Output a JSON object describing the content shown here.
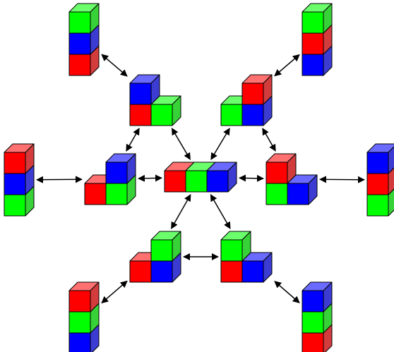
{
  "colors": {
    "red": {
      "front": "#ff0000",
      "top": "#ff7070",
      "side": "#d23c3c"
    },
    "green": {
      "front": "#00ff00",
      "top": "#6cff6c",
      "side": "#37d237"
    },
    "blue": {
      "front": "#0000ff",
      "top": "#6a6aff",
      "side": "#3c3cd2"
    },
    "edge": "#000000",
    "arrow": "#000000"
  },
  "stacks": [
    {
      "name": "stack-top-left",
      "cells": [
        [
          "green",
          0,
          0
        ],
        [
          "blue",
          0,
          1
        ],
        [
          "red",
          0,
          2
        ]
      ]
    },
    {
      "name": "stack-top-right",
      "cells": [
        [
          "green",
          0,
          0
        ],
        [
          "red",
          0,
          1
        ],
        [
          "blue",
          0,
          2
        ]
      ]
    },
    {
      "name": "stack-left",
      "cells": [
        [
          "red",
          0,
          0
        ],
        [
          "blue",
          0,
          1
        ],
        [
          "green",
          0,
          2
        ]
      ]
    },
    {
      "name": "stack-right",
      "cells": [
        [
          "blue",
          0,
          0
        ],
        [
          "red",
          0,
          1
        ],
        [
          "green",
          0,
          2
        ]
      ]
    },
    {
      "name": "stack-bottom-left",
      "cells": [
        [
          "red",
          0,
          0
        ],
        [
          "green",
          0,
          1
        ],
        [
          "blue",
          0,
          2
        ]
      ]
    },
    {
      "name": "stack-bottom-right",
      "cells": [
        [
          "blue",
          0,
          0
        ],
        [
          "green",
          0,
          1
        ],
        [
          "red",
          0,
          2
        ]
      ]
    },
    {
      "name": "l-shape-upper-left",
      "cells": [
        [
          "blue",
          0,
          0
        ],
        [
          "red",
          0,
          1
        ],
        [
          "green",
          1,
          1
        ]
      ]
    },
    {
      "name": "l-shape-upper-right",
      "cells": [
        [
          "red",
          1,
          0
        ],
        [
          "green",
          0,
          1
        ],
        [
          "blue",
          1,
          1
        ]
      ]
    },
    {
      "name": "l-shape-mid-left",
      "cells": [
        [
          "blue",
          1,
          0
        ],
        [
          "red",
          0,
          1
        ],
        [
          "green",
          1,
          1
        ]
      ]
    },
    {
      "name": "l-shape-mid-right",
      "cells": [
        [
          "red",
          0,
          0
        ],
        [
          "green",
          0,
          1
        ],
        [
          "blue",
          1,
          1
        ]
      ]
    },
    {
      "name": "l-shape-lower-left",
      "cells": [
        [
          "green",
          1,
          0
        ],
        [
          "red",
          0,
          1
        ],
        [
          "blue",
          1,
          1
        ]
      ]
    },
    {
      "name": "l-shape-lower-right",
      "cells": [
        [
          "green",
          0,
          0
        ],
        [
          "red",
          0,
          1
        ],
        [
          "blue",
          1,
          1
        ]
      ]
    },
    {
      "name": "center-row",
      "cells": [
        [
          "red",
          0,
          0
        ],
        [
          "green",
          1,
          0
        ],
        [
          "blue",
          2,
          0
        ]
      ]
    }
  ],
  "connections": [
    [
      "stack-top-left",
      "l-shape-upper-left"
    ],
    [
      "stack-top-right",
      "l-shape-upper-right"
    ],
    [
      "l-shape-upper-left",
      "l-shape-mid-left"
    ],
    [
      "l-shape-upper-left",
      "center-row"
    ],
    [
      "l-shape-upper-right",
      "center-row"
    ],
    [
      "l-shape-upper-right",
      "l-shape-mid-right"
    ],
    [
      "stack-left",
      "l-shape-mid-left"
    ],
    [
      "l-shape-mid-left",
      "center-row"
    ],
    [
      "center-row",
      "l-shape-mid-right"
    ],
    [
      "l-shape-mid-right",
      "stack-right"
    ],
    [
      "center-row",
      "l-shape-lower-left"
    ],
    [
      "center-row",
      "l-shape-lower-right"
    ],
    [
      "l-shape-lower-left",
      "l-shape-lower-right"
    ],
    [
      "l-shape-lower-left",
      "stack-bottom-left"
    ],
    [
      "l-shape-lower-right",
      "stack-bottom-right"
    ]
  ]
}
